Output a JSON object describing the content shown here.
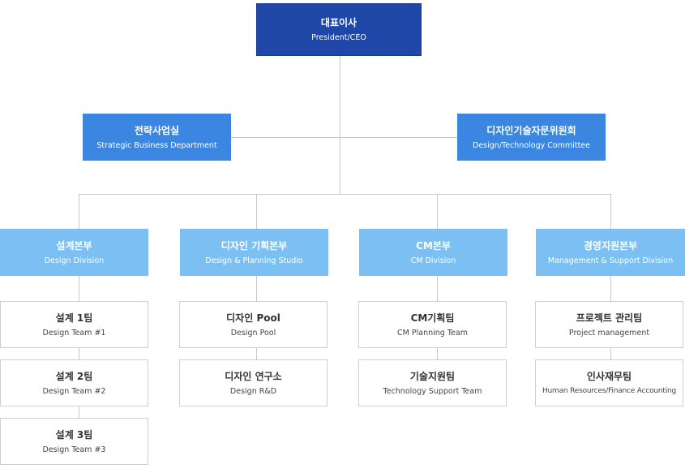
{
  "ceo": {
    "ko": "대표이사",
    "en": "President/CEO"
  },
  "staff": [
    {
      "ko": "전략사업실",
      "en": "Strategic Business Department"
    },
    {
      "ko": "디자인기술자문위원회",
      "en": "Design/Technology Committee"
    }
  ],
  "divisions": [
    {
      "ko": "설계본부",
      "en": "Design Division",
      "teams": [
        {
          "ko": "설계 1팀",
          "en": "Design Team #1"
        },
        {
          "ko": "설계 2팀",
          "en": "Design Team #2"
        },
        {
          "ko": "설계 3팀",
          "en": "Design Team #3"
        }
      ]
    },
    {
      "ko": "디자인 기획본부",
      "en": "Design & Planning Studio",
      "teams": [
        {
          "ko": "디자인 Pool",
          "en": "Design Pool"
        },
        {
          "ko": "디자인 연구소",
          "en": "Design R&D"
        }
      ]
    },
    {
      "ko": "CM본부",
      "en": "CM Division",
      "teams": [
        {
          "ko": "CM기획팀",
          "en": "CM Planning Team"
        },
        {
          "ko": "기술지원팀",
          "en": "Technology Support Team"
        }
      ]
    },
    {
      "ko": "경영지원본부",
      "en": "Management & Support Division",
      "teams": [
        {
          "ko": "프로젝트 관리팀",
          "en": "Project management"
        },
        {
          "ko": "인사재무팀",
          "en": "Human Resources/Finance Accounting"
        }
      ]
    }
  ],
  "colors": {
    "ceo": "#1f47a8",
    "staff": "#3b86e0",
    "division": "#7cc0f3",
    "connector": "#c8c8c8"
  }
}
